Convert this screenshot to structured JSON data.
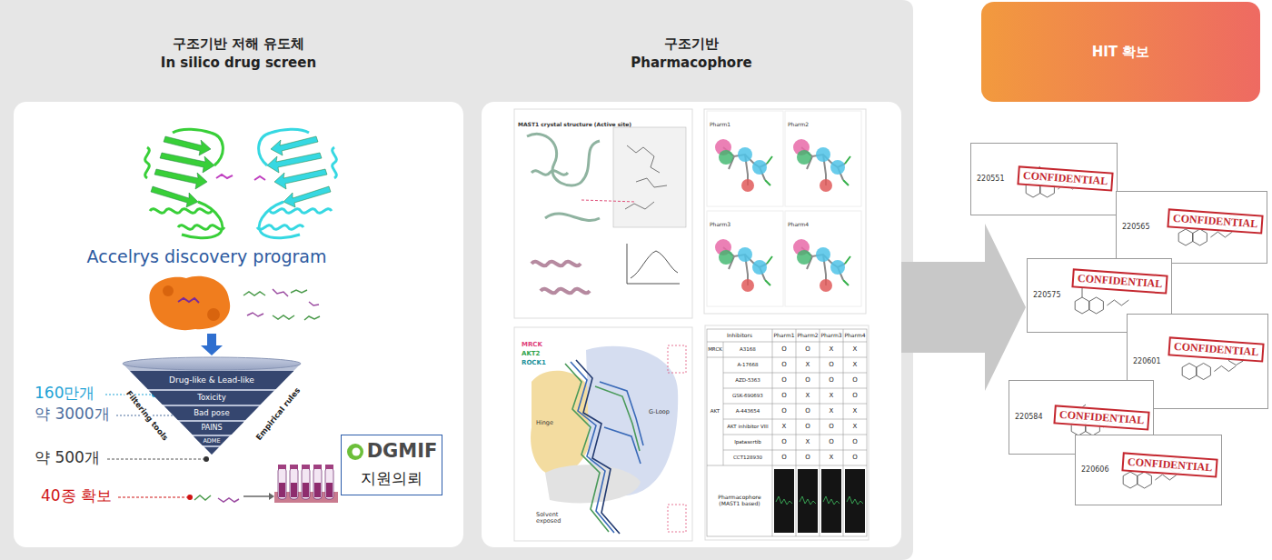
{
  "diagram": {
    "nodes": [
      {
        "text": [
          "구조기반 저해 유도체",
          "In silico drug screen"
        ]
      },
      {
        "text": [
          "Drug-like & Lead-like"
        ],
        "in": 0
      },
      {
        "text": [
          "Toxicity"
        ],
        "in": 0
      },
      {
        "text": [
          "Bad pose"
        ],
        "in": 0
      },
      {
        "text": [
          "PAINS"
        ],
        "in": 0
      },
      {
        "text": [
          "ADME"
        ],
        "in": 0
      },
      {
        "text": [
          "DGMIF",
          "지원의뢰"
        ],
        "in": 0
      },
      {
        "text": [
          "구조기반",
          "Pharmacophore"
        ]
      },
      {
        "text": [
          "HIT 확보"
        ]
      },
      {
        "text": [
          "220551",
          "CONFIDENTIAL"
        ]
      },
      {
        "text": [
          "220565",
          "CONFIDENTIAL"
        ]
      },
      {
        "text": [
          "220575",
          "CONFIDENTIAL"
        ]
      },
      {
        "text": [
          "220601",
          "CONFIDENTIAL"
        ]
      },
      {
        "text": [
          "220584",
          "CONFIDENTIAL"
        ]
      },
      {
        "text": [
          "220606",
          "CONFIDENTIAL"
        ]
      }
    ],
    "edges": [
      {
        "from": 7,
        "to": 11,
        "arrow": "to"
      }
    ],
    "labels": [
      "Accelrys discovery program",
      "160만개",
      "약 3000개",
      "약 500개",
      "40종 확보",
      "Filtering tools",
      "Empirical rules",
      "MAST1 crystal structure (Active site)",
      "Pharm1",
      "Pharm2",
      "Pharm3",
      "Pharm4",
      "MRCK",
      "AKT2",
      "ROCK1",
      "Hinge",
      "G-Loop",
      "Solvent exposed",
      "Inhibitors",
      "Pharm1",
      "Pharm2",
      "Pharm3",
      "Pharm4",
      "MRCK",
      "A3168",
      "O",
      "O",
      "X",
      "X",
      "AKT",
      "A-17668",
      "O",
      "X",
      "O",
      "X",
      "AZD-5363",
      "O",
      "O",
      "O",
      "O",
      "GSK-690693",
      "O",
      "X",
      "X",
      "O",
      "A-443654",
      "O",
      "O",
      "X",
      "X",
      "AKT inhibitor VIII",
      "X",
      "O",
      "O",
      "X",
      "Ipatasertib",
      "O",
      "X",
      "O",
      "O",
      "CCT128930",
      "O",
      "O",
      "X",
      "O",
      "Pharmacophore (MAST1 based)"
    ]
  }
}
